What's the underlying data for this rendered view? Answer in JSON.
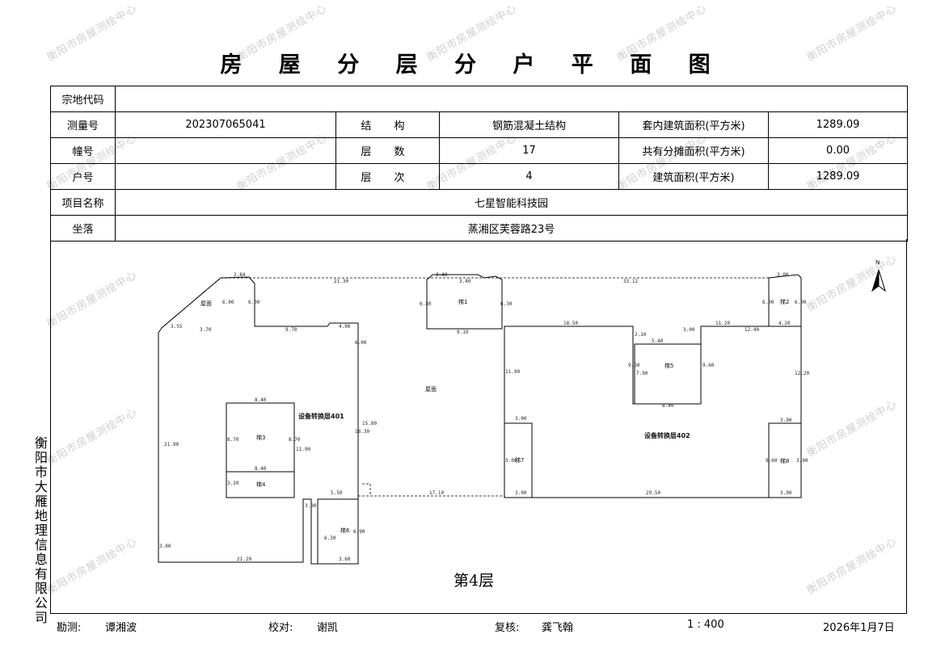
{
  "title": "房 屋 分 层 分 户 平 面 图",
  "watermark": "衡阳市房屋测绘中心",
  "info": {
    "parcel_code_label": "宗地代码",
    "parcel_code": "",
    "survey_no_label": "测量号",
    "survey_no": "202307065041",
    "structure_label": "结 构",
    "structure": "钢筋混凝土结构",
    "inner_area_label": "套内建筑面积(平方米)",
    "inner_area": "1289.09",
    "building_label": "幢号",
    "building": "",
    "floors_label": "层 数",
    "floors": "17",
    "shared_area_label": "共有分摊面积(平方米)",
    "shared_area": "0.00",
    "unit_label": "户号",
    "unit": "",
    "floor_level_label": "层 次",
    "floor_level": "4",
    "total_area_label": "建筑面积(平方米)",
    "total_area": "1289.09",
    "project_label": "项目名称",
    "project": "七星智能科技园",
    "address_label": "坐落",
    "address": "蒸湘区芙蓉路23号"
  },
  "plan": {
    "floor_caption": "第4层",
    "north": "N",
    "unit_401": "设备转换层401",
    "unit_402": "设备转换层402",
    "roof": "屋面",
    "stairs": [
      "梯1",
      "梯2",
      "梯3",
      "梯4",
      "梯5",
      "梯6",
      "梯7",
      "梯8"
    ],
    "dims": [
      "2.84",
      "21.30",
      "3.40",
      "33.12",
      "3.00",
      "3.40",
      "6.00",
      "6.00",
      "3.55",
      "3.70",
      "9.70",
      "4.00",
      "6.00",
      "6.30",
      "9.10",
      "6.30",
      "18.50",
      "3.00",
      "11.20",
      "12.40",
      "4.20",
      "5.40",
      "2.10",
      "9.60",
      "7.90",
      "9.60",
      "11.90",
      "8.40",
      "21.90",
      "8.70",
      "11.90",
      "8.70",
      "18.30",
      "15.80",
      "12.20",
      "6.00",
      "6.00",
      "3.00",
      "8.40",
      "3.20",
      "8.40",
      "5.50",
      "17.10",
      "29.50",
      "3.90",
      "3.90",
      "9.60",
      "3.90",
      "3.00",
      "3.00",
      "6.30",
      "6.90",
      "21.20",
      "3.60",
      "3.00",
      "3.00"
    ]
  },
  "company": "衡阳市大雁地理信息有限公司",
  "footer": {
    "surveyor_label": "勘测:",
    "surveyor": "谭湘波",
    "checker_label": "校对:",
    "checker": "谢凯",
    "reviewer_label": "复核:",
    "reviewer": "龚飞翰",
    "scale": "1 : 400",
    "date": "2026年1月7日"
  }
}
